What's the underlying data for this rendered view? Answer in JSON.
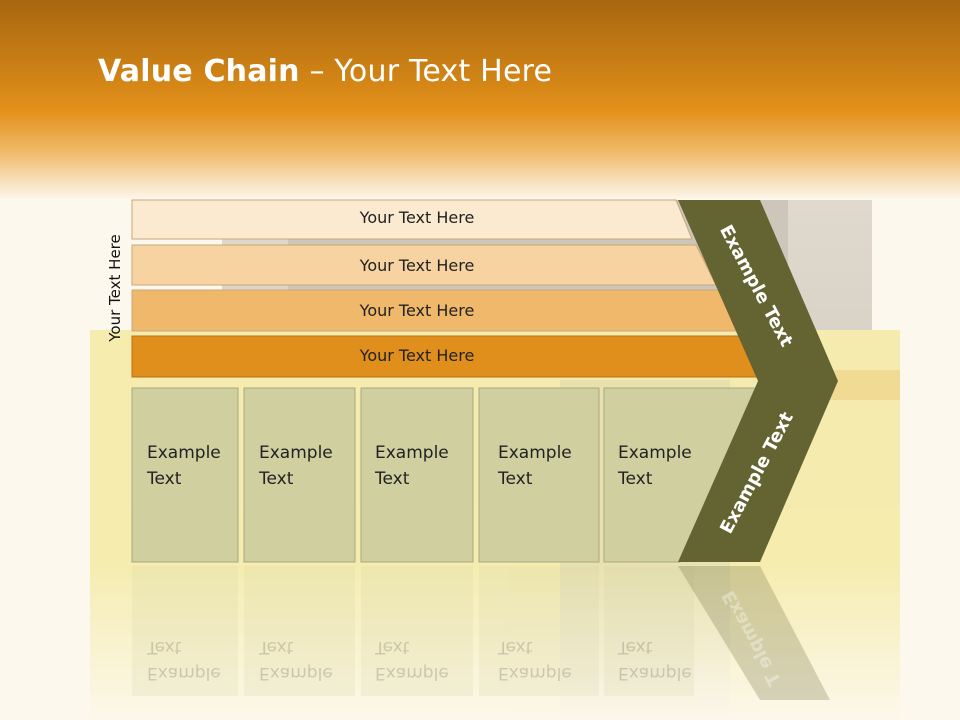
{
  "title": {
    "bold": "Value Chain",
    "rest": " – Your Text Here"
  },
  "side_label": "Your Text Here",
  "rows": [
    {
      "label": "Your Text Here",
      "color": "#fbeacf"
    },
    {
      "label": "Your Text Here",
      "color": "#f6d3a1"
    },
    {
      "label": "Your Text Here",
      "color": "#efb86a"
    },
    {
      "label": "Your Text Here",
      "color": "#e08e1c"
    }
  ],
  "cells": [
    {
      "line1": "Example",
      "line2": "Text"
    },
    {
      "line1": "Example",
      "line2": "Text"
    },
    {
      "line1": "Example",
      "line2": "Text"
    },
    {
      "line1": "Example",
      "line2": "Text"
    },
    {
      "line1": "Example",
      "line2": "Text"
    }
  ],
  "chevron": {
    "top_text": "Example Text",
    "bottom_text": "Example Text",
    "reflect_text": "Example T",
    "color": "#646433"
  },
  "colors": {
    "header": "#d4830f",
    "cell": "#cfcfa0",
    "cell_border": "#a8a880"
  }
}
